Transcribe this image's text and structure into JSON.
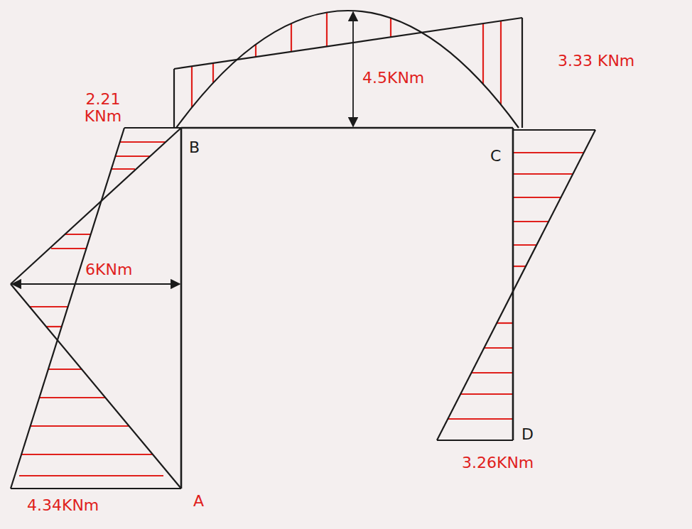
{
  "diagram": {
    "labels": [
      "2.21 KNm",
      "B",
      "4.5KNm",
      "3.33 KNm",
      "C",
      "6KNm",
      "D",
      "3.26KNm",
      "4.34KNm",
      "A"
    ]
  }
}
